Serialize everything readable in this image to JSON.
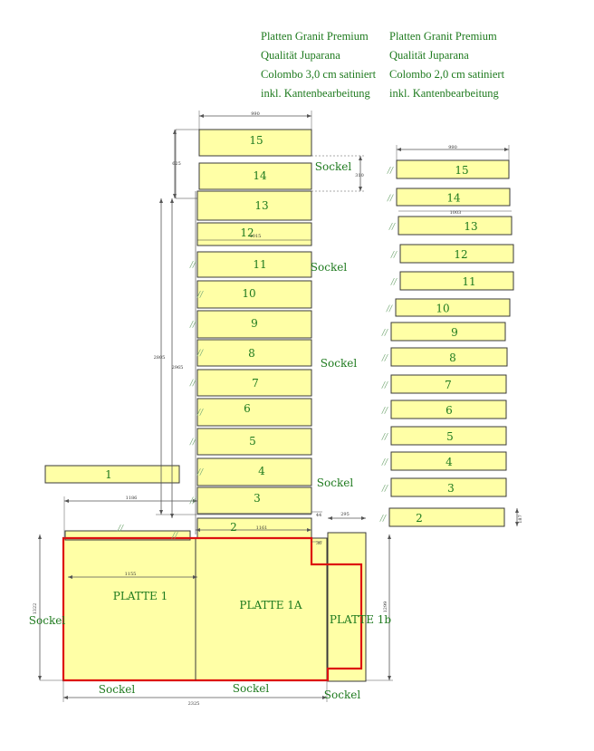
{
  "colors": {
    "slab_fill": "#ffffa6",
    "slab_stroke": "#3a3a3a",
    "label_green": "#1e7a1e",
    "dim_line": "#555555",
    "outline_red": "#dd1111",
    "mark_green": "#77aa77"
  },
  "header": {
    "col1": [
      "Platten Granit Premium",
      "Qualität Juparana",
      "Colombo 3,0 cm satiniert",
      "inkl. Kantenbearbeitung"
    ],
    "col2": [
      "Platten Granit Premium",
      "Qualität Juparana",
      "Colombo 2,0 cm satiniert",
      "inkl. Kantenbearbeitung"
    ]
  },
  "stair_left": {
    "numbers": [
      "15",
      "14",
      "13",
      "12",
      "11",
      "10",
      "9",
      "8",
      "7",
      "6",
      "5",
      "4",
      "3",
      "2"
    ],
    "dim_top": "990",
    "dim_12": "1015",
    "dim_h1": "625",
    "dim_h2": "310",
    "dim_v1": "2805",
    "dim_v2": "2965",
    "dim_small1": "44",
    "dim_small2": "36"
  },
  "stair_right": {
    "numbers": [
      "15",
      "14",
      "13",
      "12",
      "11",
      "10",
      "9",
      "8",
      "7",
      "6",
      "5",
      "4",
      "3",
      "2"
    ],
    "dim_top": "990",
    "dim_13": "1003",
    "dim_2": "187"
  },
  "slab_1": {
    "label": "1",
    "dim": "1186"
  },
  "plates": {
    "platte1": "PLATTE 1",
    "platte1a": "PLATTE 1A",
    "platte1b": "PLATTE 1b",
    "dim_inner": "1155",
    "dim_bottom": "2325",
    "dim_left": "1322",
    "dim_right": "1299",
    "dim_top_right": "295",
    "dim_1161": "1161"
  },
  "sockel": [
    "Sockel",
    "Sockel",
    "Sockel",
    "Sockel",
    "Sockel",
    "Sockel",
    "Sockel",
    "Sockel"
  ]
}
